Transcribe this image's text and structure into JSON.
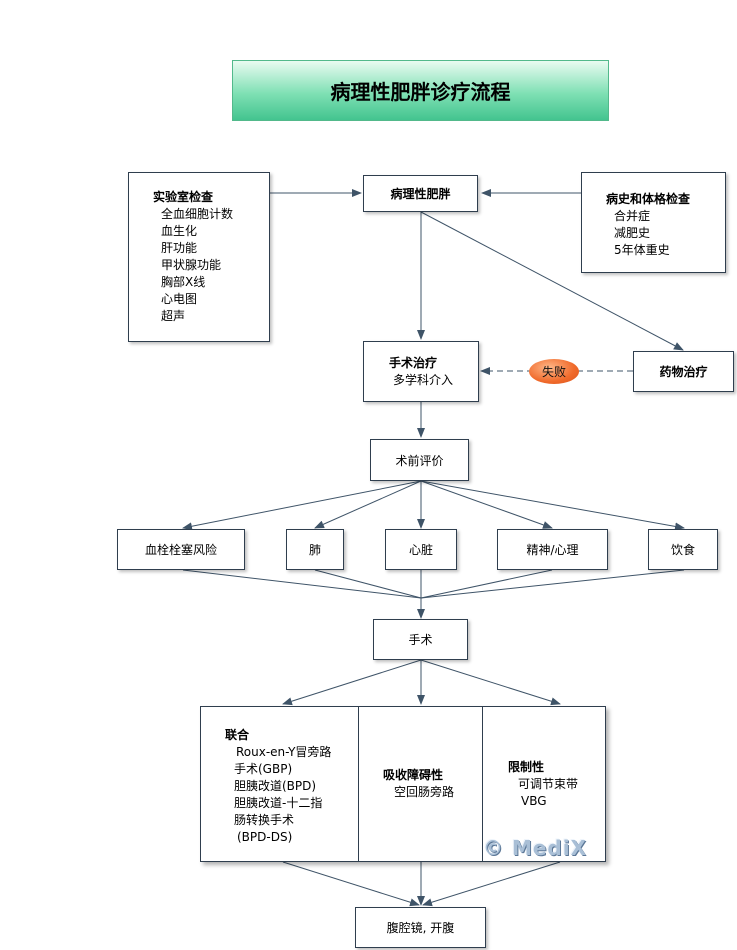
{
  "title": "病理性肥胖诊疗流程",
  "lab": {
    "heading": "实验室检查",
    "items": [
      "全血细胞计数",
      "血生化",
      "肝功能",
      "甲状腺功能",
      "胸部X线",
      "心电图",
      "超声"
    ]
  },
  "center_node": "病理性肥胖",
  "history": {
    "heading": "病史和体格检查",
    "items": [
      "合并症",
      "减肥史",
      "5年体重史"
    ]
  },
  "surgery_treatment": {
    "heading": "手术治疗",
    "sub": "多学科介入"
  },
  "drug_treatment": "药物治疗",
  "fail_label": "失败",
  "pre_eval": "术前评价",
  "eval_items": [
    "血栓栓塞风险",
    "肺",
    "心脏",
    "精神/心理",
    "饮食"
  ],
  "surgery": "手术",
  "combined": {
    "heading": "联合",
    "lines": [
      "Roux-en-Y冒旁路",
      "手术(GBP)",
      "胆胰改道(BPD)",
      "胆胰改道-十二指",
      "肠转换手术",
      "(BPD-DS)"
    ]
  },
  "malabsorptive": {
    "heading": "吸收障碍性",
    "lines": [
      "空回肠旁路"
    ]
  },
  "restrictive": {
    "heading": "限制性",
    "lines": [
      "可调节束带",
      "VBG"
    ]
  },
  "final": "腹腔镜, 开腹",
  "watermark": "© MediX",
  "colors": {
    "banner_green": "#43c48f",
    "connector": "#3f5468",
    "fail_orange": "#f06a2b"
  }
}
